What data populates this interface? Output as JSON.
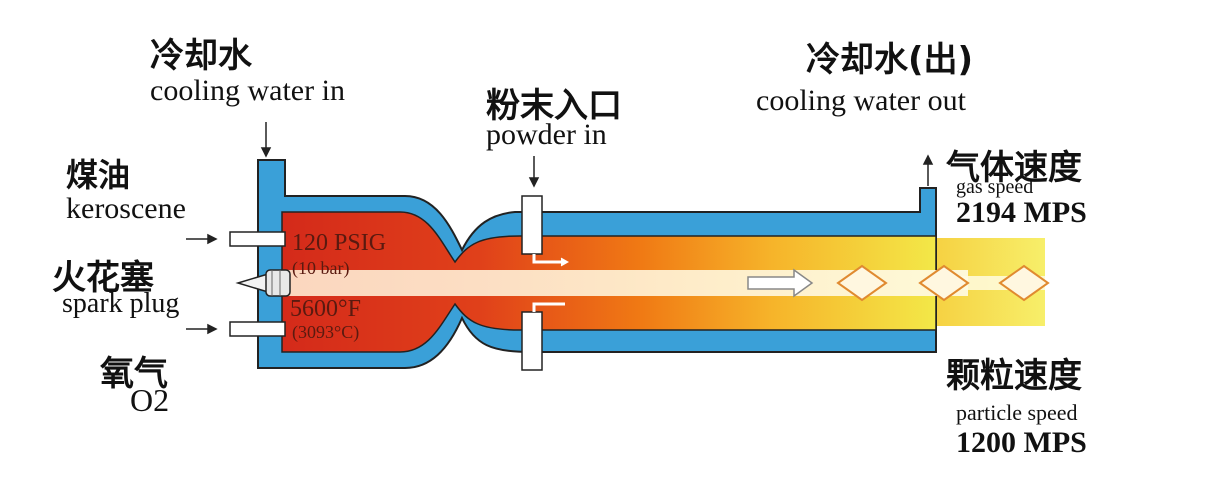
{
  "labels": {
    "cooling_in_cn": "冷却水",
    "cooling_in_en": "cooling water in",
    "powder_in_cn": "粉末入口",
    "powder_in_en": "powder in",
    "cooling_out_cn": "冷却水(出)",
    "cooling_out_en": "cooling water out",
    "kerosene_cn": "煤油",
    "kerosene_en": "keroscene",
    "spark_cn": "火花塞",
    "spark_en": "spark plug",
    "oxygen_cn": "氧气",
    "oxygen_en": "O2",
    "gas_speed_cn": "气体速度",
    "gas_speed_en": "gas speed",
    "gas_speed_value": "2194 MPS",
    "particle_speed_cn": "颗粒速度",
    "particle_speed_en": "particle speed",
    "particle_speed_value": "1200 MPS"
  },
  "chamber": {
    "pressure": "120 PSIG",
    "pressure_bar": "(10 bar)",
    "temp_f": "5600°F",
    "temp_c": "(3093°C)"
  },
  "colors": {
    "water_jacket": "#3aa0d8",
    "combustion_red": "#d42a1a",
    "flame_orange": "#f07a14",
    "flame_yellow": "#f3e848",
    "wall_outline": "#222222"
  }
}
